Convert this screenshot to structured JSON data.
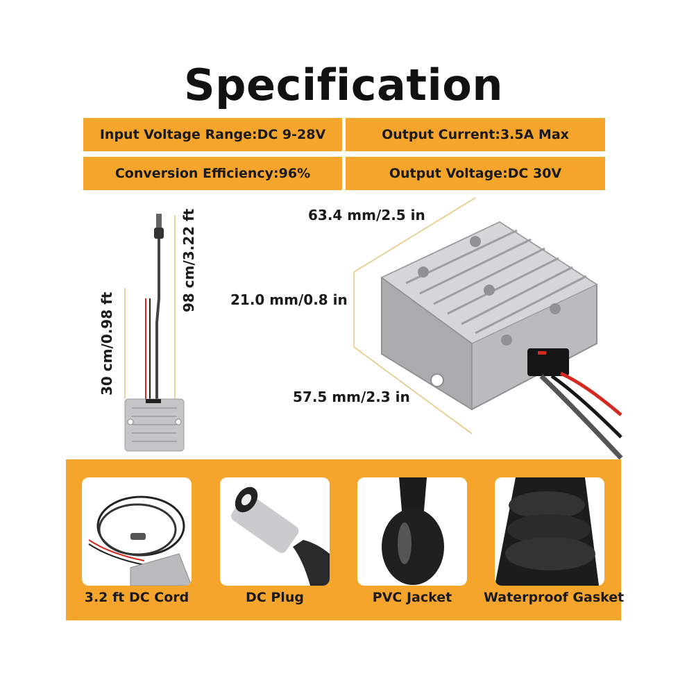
{
  "title": "Specification",
  "specs": {
    "input_voltage": "Input Voltage Range:DC 9-28V",
    "output_current": "Output Current:3.5A Max",
    "efficiency": "Conversion Efficiency:96%",
    "output_voltage": "Output Voltage:DC 30V"
  },
  "dimensions": {
    "cable_total": "98 cm/3.22 ft",
    "cable_wires": "30 cm/0.98 ft",
    "length": "63.4 mm/2.5 in",
    "height": "21.0 mm/0.8 in",
    "width": "57.5 mm/2.3 in"
  },
  "features": [
    {
      "label": "3.2 ft DC Cord",
      "icon": "dc-cord-icon"
    },
    {
      "label": "DC Plug",
      "icon": "dc-plug-icon"
    },
    {
      "label": "PVC Jacket",
      "icon": "pvc-jacket-icon"
    },
    {
      "label": "Waterproof Gasket",
      "icon": "waterproof-gasket-icon"
    }
  ],
  "colors": {
    "accent": "#f5a52c",
    "aluminum": "#bfc1c3",
    "wire_red": "#d42a1f",
    "wire_black": "#1a1a1a",
    "dimension_line": "#e8c47a"
  }
}
